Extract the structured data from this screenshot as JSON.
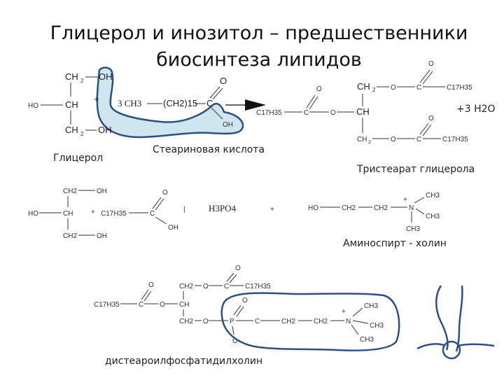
{
  "slide": {
    "title_line1": "Глицерол и инозитол – предшественники",
    "title_line2": "биосинтеза  липидов"
  },
  "labels": {
    "glycerol": "Глицерол",
    "stearic_acid": "Стеариновая кислота",
    "tristearate": "Тристеарат глицерола",
    "choline": "Аминоспирт -  холин",
    "product": "дистеароилфосфатидилхолин",
    "water": "+3 H2O"
  },
  "formula_text": {
    "ch2": "CH2",
    "ch2_sub": "CH",
    "two": "2",
    "oh": "OH",
    "ho": "HO",
    "ch": "CH",
    "plus": "+",
    "three_ch3": "3 CH3",
    "ch2_15": "(CH2)15",
    "c": "C",
    "o": "O",
    "c17h35": "C17H35",
    "h3po4": "H3PO4",
    "ch3": "CH3",
    "n": "N",
    "p": "P",
    "o_minus": "O-",
    "pipe": "|"
  },
  "colors": {
    "highlight_fill": "#cfe6ef",
    "highlight_stroke": "#2d4f86",
    "ink": "#333333"
  }
}
